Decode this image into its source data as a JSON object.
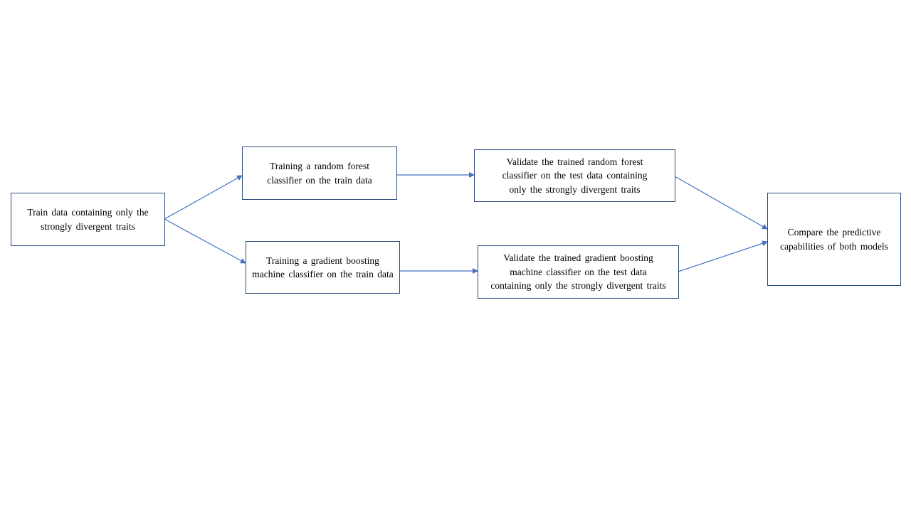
{
  "nodes": {
    "train_data": "Train data containing only the strongly divergent traits",
    "train_rf": "Training a random forest classifier on the train data",
    "train_gbm": "Training a gradient boosting machine classifier on the train data",
    "validate_rf": "Validate the trained random forest classifier on the test data containing only the strongly divergent traits",
    "validate_gbm": "Validate the trained gradient boosting machine classifier on the test data containing only the strongly divergent traits",
    "compare": "Compare the predictive capabilities of both models"
  },
  "colors": {
    "box_border": "#2f4b7c",
    "arrow": "#4472c4"
  }
}
